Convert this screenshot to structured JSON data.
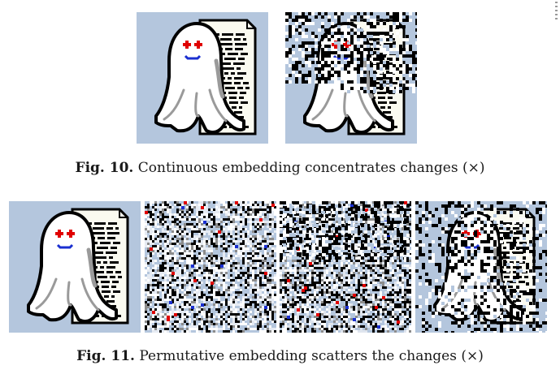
{
  "figures": [
    {
      "id": "fig10",
      "label": "Fig. 10.",
      "caption": "Continuous embedding concentrates changes (×)",
      "images": [
        {
          "name": "ghost-original",
          "noise": "none"
        },
        {
          "name": "ghost-continuous-embedding",
          "noise": "top-band"
        }
      ]
    },
    {
      "id": "fig11",
      "label": "Fig. 11.",
      "caption": "Permutative embedding scatters the changes (×)",
      "images": [
        {
          "name": "ghost-original",
          "noise": "none"
        },
        {
          "name": "permuted-noise-a",
          "noise": "full"
        },
        {
          "name": "permuted-noise-b",
          "noise": "full-darker"
        },
        {
          "name": "ghost-permutative-embedding",
          "noise": "overlay"
        }
      ]
    }
  ],
  "colors": {
    "background_blue": "#b4c6dd",
    "paper": "#fafaf0",
    "ghost_body": "#ffffff",
    "ghost_shadow": "#9a9a9a",
    "outline": "#000000",
    "eyes": "#e00000",
    "mouth": "#1a2fd0"
  }
}
